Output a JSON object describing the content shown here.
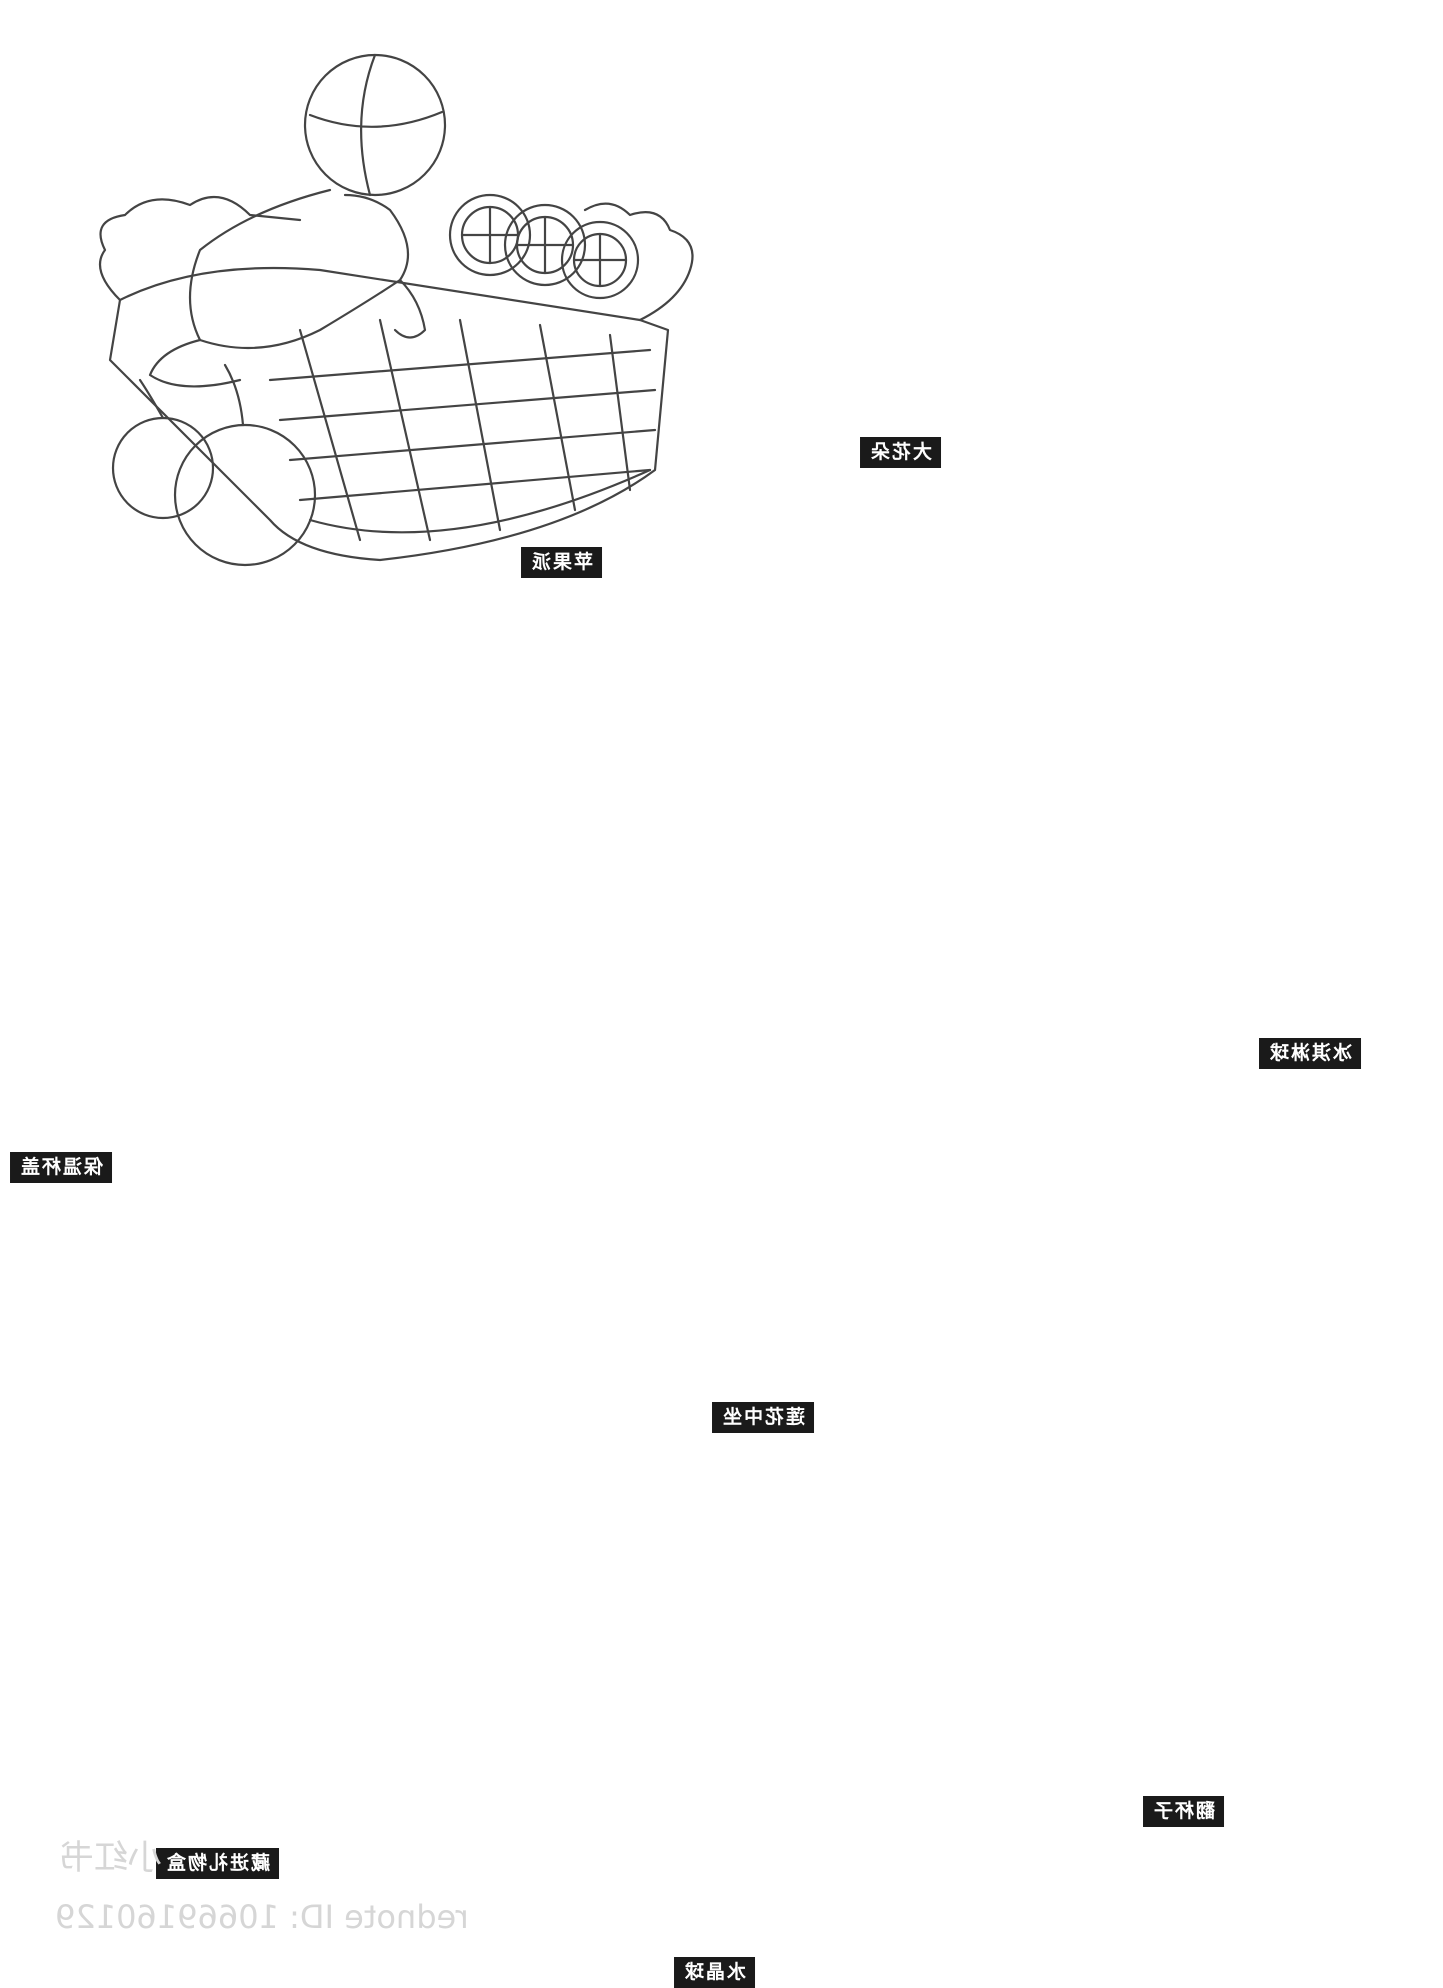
{
  "labels": {
    "apple_pie": "苹果派",
    "big_flower": "大花朵",
    "thermos_lid": "保温杯盖",
    "ice_cream": "冰淇淋球",
    "lotus_sit": "莲花中坐",
    "gift_box": "藏进礼物盒",
    "teacup": "翻杯子",
    "crystal_ball": "水晶球"
  },
  "watermark": {
    "brand": "小红书",
    "id_text": "rednote ID: 10669160129"
  },
  "colors": {
    "ink": "#444444",
    "label_bg": "#1a1a1a",
    "label_text": "#ffffff",
    "watermark": "#d6d6d6"
  }
}
